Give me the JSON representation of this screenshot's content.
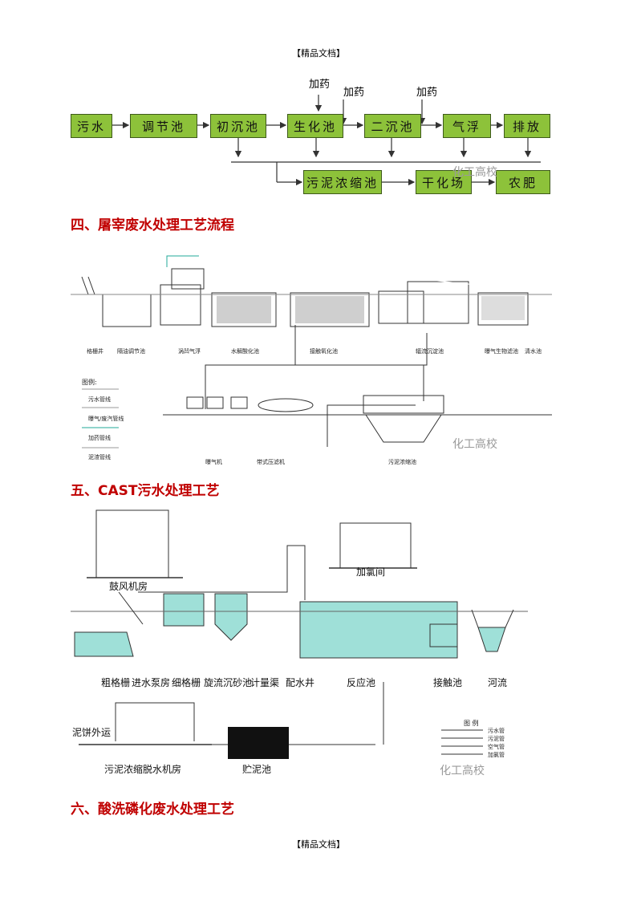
{
  "header": {
    "text": "【精品文档】"
  },
  "footer": {
    "text": "【精品文档】"
  },
  "flow1": {
    "dosing": "加药",
    "boxes": {
      "b1": "污水",
      "b2": "调节池",
      "b3": "初沉池",
      "b4": "生化池",
      "b5": "二沉池",
      "b6": "气浮",
      "b7": "排放",
      "b8": "污泥浓缩池",
      "b9": "干化场",
      "b10": "农肥"
    },
    "watermark": "化工高校"
  },
  "sections": {
    "s4": "四、屠宰废水处理工艺流程",
    "s5": "五、CAST污水处理工艺",
    "s6": "六、酸洗磷化废水处理工艺"
  },
  "fig4": {
    "labels": {
      "l1": "格栅井",
      "l2": "隔油调节池",
      "l3": "涡凹气浮",
      "l4": "水解酸化池",
      "l5": "接触氧化池",
      "l6": "辐流沉淀池",
      "l7": "曝气生物滤池",
      "l8": "清水池",
      "l9": "曝气机",
      "l10": "带式压滤机",
      "l11": "污泥浓缩池"
    },
    "legend": {
      "title": "图例:",
      "i1": "污水管线",
      "i2": "曝气/废汽管线",
      "i3": "加药管线",
      "i4": "泥渣管线"
    },
    "watermark": "化工高校"
  },
  "fig5": {
    "labels": {
      "l1": "鼓风机房",
      "l2": "加氯间",
      "l3": "粗格栅",
      "l4": "进水泵房",
      "l5": "细格栅",
      "l6": "旋流沉砂池",
      "l7": "计量渠",
      "l8": "配水井",
      "l9": "反应池",
      "l10": "接触池",
      "l11": "河流",
      "l12": "泥饼外运",
      "l13": "污泥浓缩脱水机房",
      "l14": "贮泥池"
    },
    "legend": {
      "title": "图 例",
      "i1": "污水管",
      "i2": "污泥管",
      "i3": "空气管",
      "i4": "加氯管"
    },
    "watermark": "化工高校"
  }
}
